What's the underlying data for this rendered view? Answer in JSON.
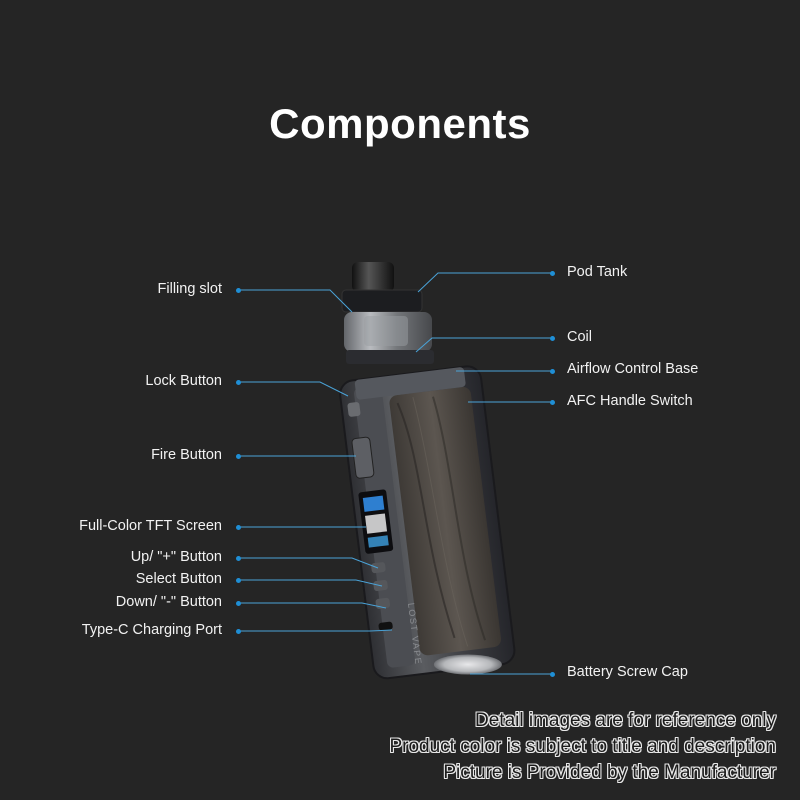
{
  "title": "Components",
  "labels_left": [
    {
      "id": "filling-slot",
      "text": "Filling slot"
    },
    {
      "id": "lock-button",
      "text": "Lock Button"
    },
    {
      "id": "fire-button",
      "text": "Fire Button"
    },
    {
      "id": "tft-screen",
      "text": "Full-Color TFT Screen"
    },
    {
      "id": "up-button",
      "text": "Up/ \"+\" Button"
    },
    {
      "id": "select-button",
      "text": "Select Button"
    },
    {
      "id": "down-button",
      "text": "Down/ \"-\" Button"
    },
    {
      "id": "charging-port",
      "text": "Type-C Charging Port"
    }
  ],
  "labels_right": [
    {
      "id": "pod-tank",
      "text": "Pod Tank"
    },
    {
      "id": "coil",
      "text": "Coil"
    },
    {
      "id": "airflow-control-base",
      "text": "Airflow Control Base"
    },
    {
      "id": "afc-handle-switch",
      "text": "AFC Handle Switch"
    },
    {
      "id": "battery-screw-cap",
      "text": "Battery Screw Cap"
    }
  ],
  "device_brand": "LOST VAPE",
  "disclaimer": [
    "Detail images are for reference only",
    "Product color is subject to title and description",
    "Picture is Provided by the Manufacturer"
  ],
  "colors": {
    "background": "#252525",
    "leader_line": "#4aa3d8",
    "dot": "#1f8fd6"
  }
}
